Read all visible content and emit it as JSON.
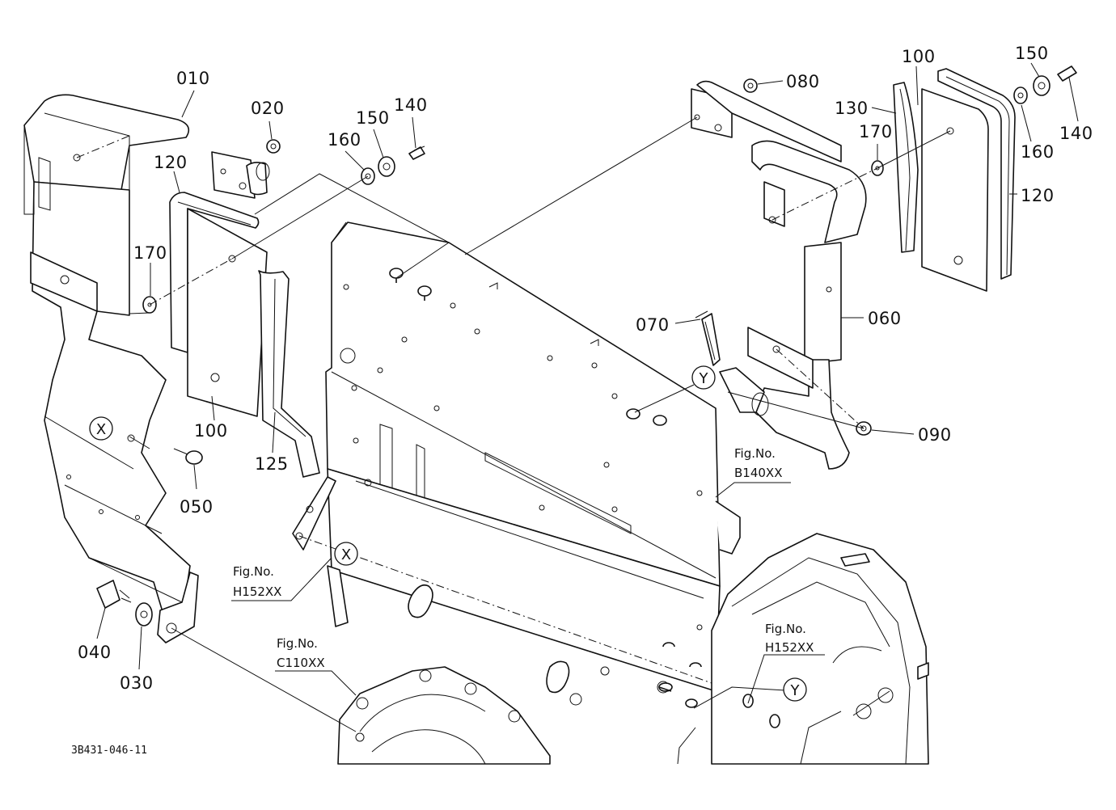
{
  "labels": {
    "p010": "010",
    "p020": "020",
    "p120_left": "120",
    "p160_left": "160",
    "p150_left": "150",
    "p140_left": "140",
    "p170_left": "170",
    "p100_left": "100",
    "p125": "125",
    "p050": "050",
    "p040": "040",
    "p030": "030",
    "p080": "080",
    "p100_right": "100",
    "p150_right": "150",
    "p130": "130",
    "p170_right": "170",
    "p160_right": "160",
    "p140_right": "140",
    "p120_right": "120",
    "p070": "070",
    "p060": "060",
    "p090": "090"
  },
  "markers": {
    "x_left": "X",
    "x_center": "X",
    "y_top": "Y",
    "y_bottom": "Y"
  },
  "fig_refs": {
    "b140_title": "Fig.No.",
    "b140_code": "B140XX",
    "h152_left_title": "Fig.No.",
    "h152_left_code": "H152XX",
    "c110_title": "Fig.No.",
    "c110_code": "C110XX",
    "h152_right_title": "Fig.No.",
    "h152_right_code": "H152XX"
  },
  "drawing_code": "3B431-046-11"
}
